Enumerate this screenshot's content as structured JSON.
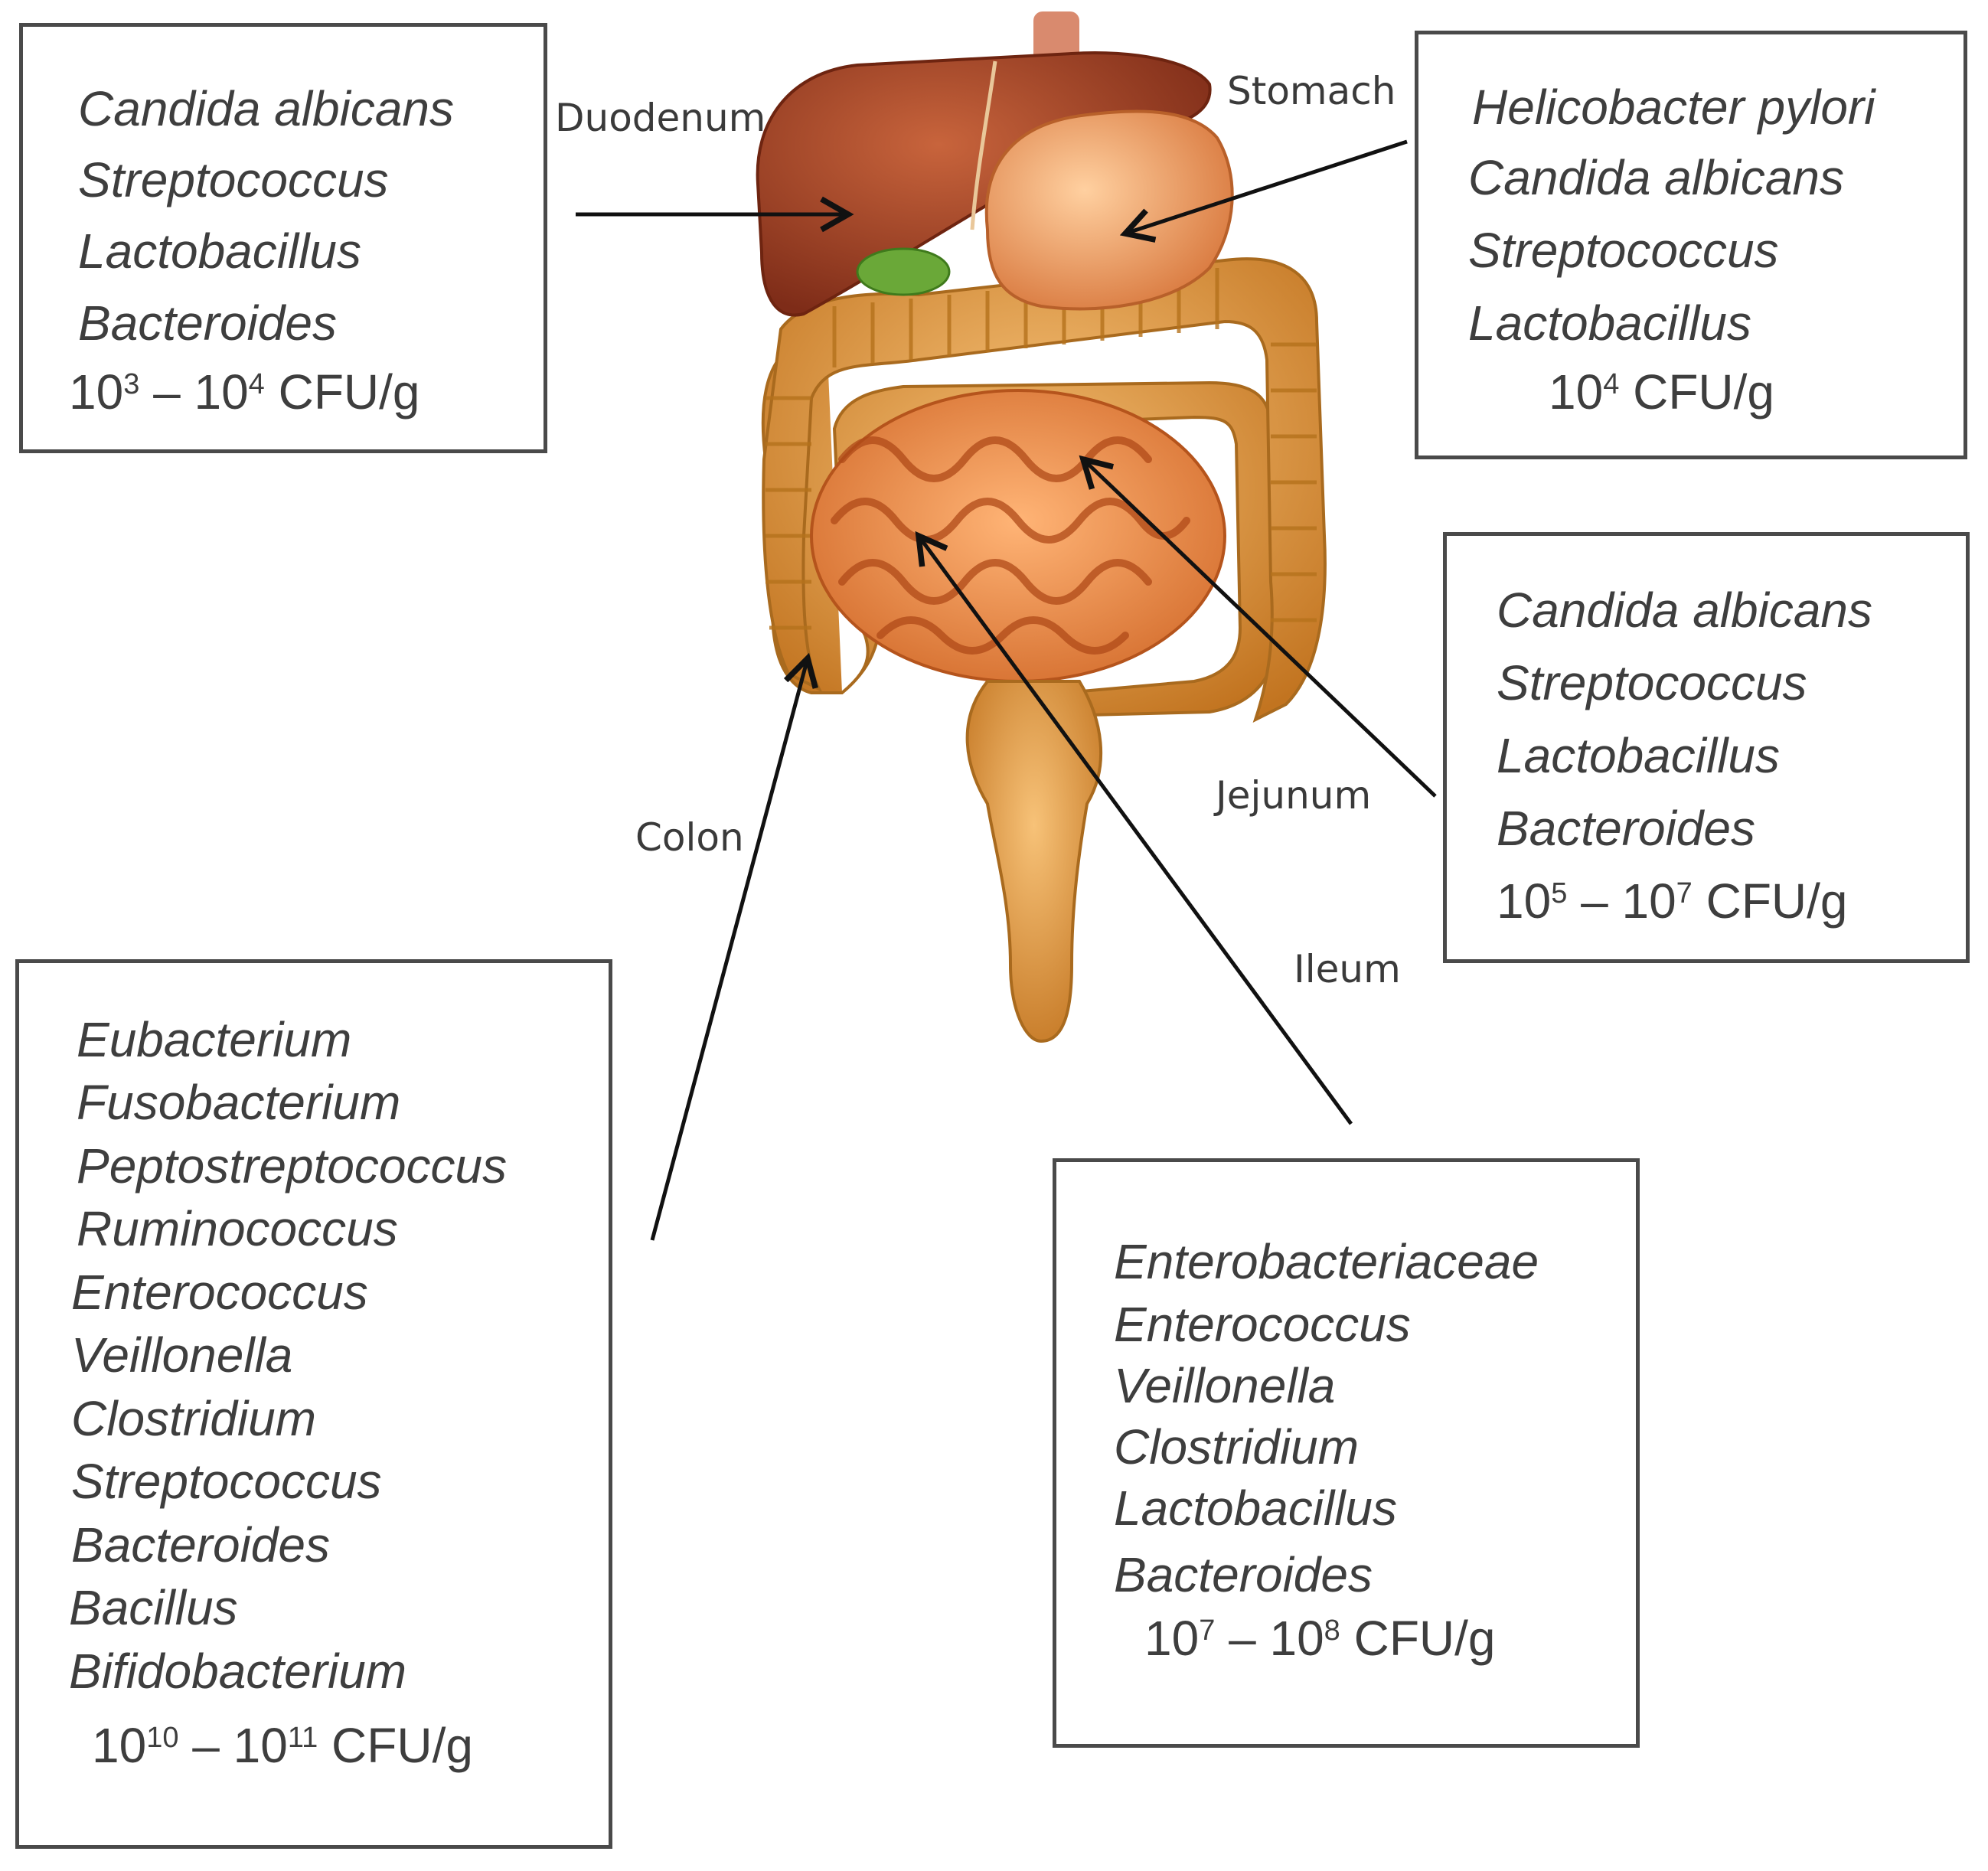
{
  "organs": {
    "duodenum": "Duodenum",
    "stomach": "Stomach",
    "jejunum": "Jejunum",
    "ileum": "Ileum",
    "colon": "Colon"
  },
  "boxes": {
    "duodenum": {
      "species": [
        "Candida albicans",
        "Streptococcus",
        "Lactobacillus",
        "Bacteroides"
      ],
      "cfu": {
        "base1": "10",
        "exp1": "3",
        "sep": "–",
        "base2": "10",
        "exp2": "4",
        "unit": "CFU/g"
      }
    },
    "stomach": {
      "species": [
        "Helicobacter pylori",
        "Candida albicans",
        "Streptococcus",
        "Lactobacillus"
      ],
      "cfu": {
        "base1": "10",
        "exp1": "4",
        "unit": "CFU/g"
      }
    },
    "jejunum": {
      "species": [
        "Candida albicans",
        "Streptococcus",
        "Lactobacillus",
        "Bacteroides"
      ],
      "cfu": {
        "base1": "10",
        "exp1": "5",
        "sep": "–",
        "base2": "10",
        "exp2": "7",
        "unit": "CFU/g"
      }
    },
    "colon": {
      "species": [
        "Eubacterium",
        "Fusobacterium",
        "Peptostreptococcus",
        "Ruminococcus",
        "Enterococcus",
        "Veillonella",
        "Clostridium",
        "Streptococcus",
        "Bacteroides",
        "Bacillus",
        "Bifidobacterium"
      ],
      "cfu": {
        "base1": "10",
        "exp1": "10",
        "sep": "–",
        "base2": "10",
        "exp2": "11",
        "unit": "CFU/g"
      }
    },
    "ileum": {
      "species": [
        "Enterobacteriaceae",
        "Enterococcus",
        "Veillonella",
        "Clostridium",
        "Lactobacillus",
        "Bacteroides"
      ],
      "cfu": {
        "base1": "10",
        "exp1": "7",
        "sep": "–",
        "base2": "10",
        "exp2": "8",
        "unit": "CFU/g"
      }
    }
  },
  "colors": {
    "liver": "#a4452a",
    "stomach": "#e89a5a",
    "intestine": "#e49a3e",
    "gallbladder": "#6aa838",
    "border": "#4a4a4a",
    "arrow": "#111111"
  }
}
